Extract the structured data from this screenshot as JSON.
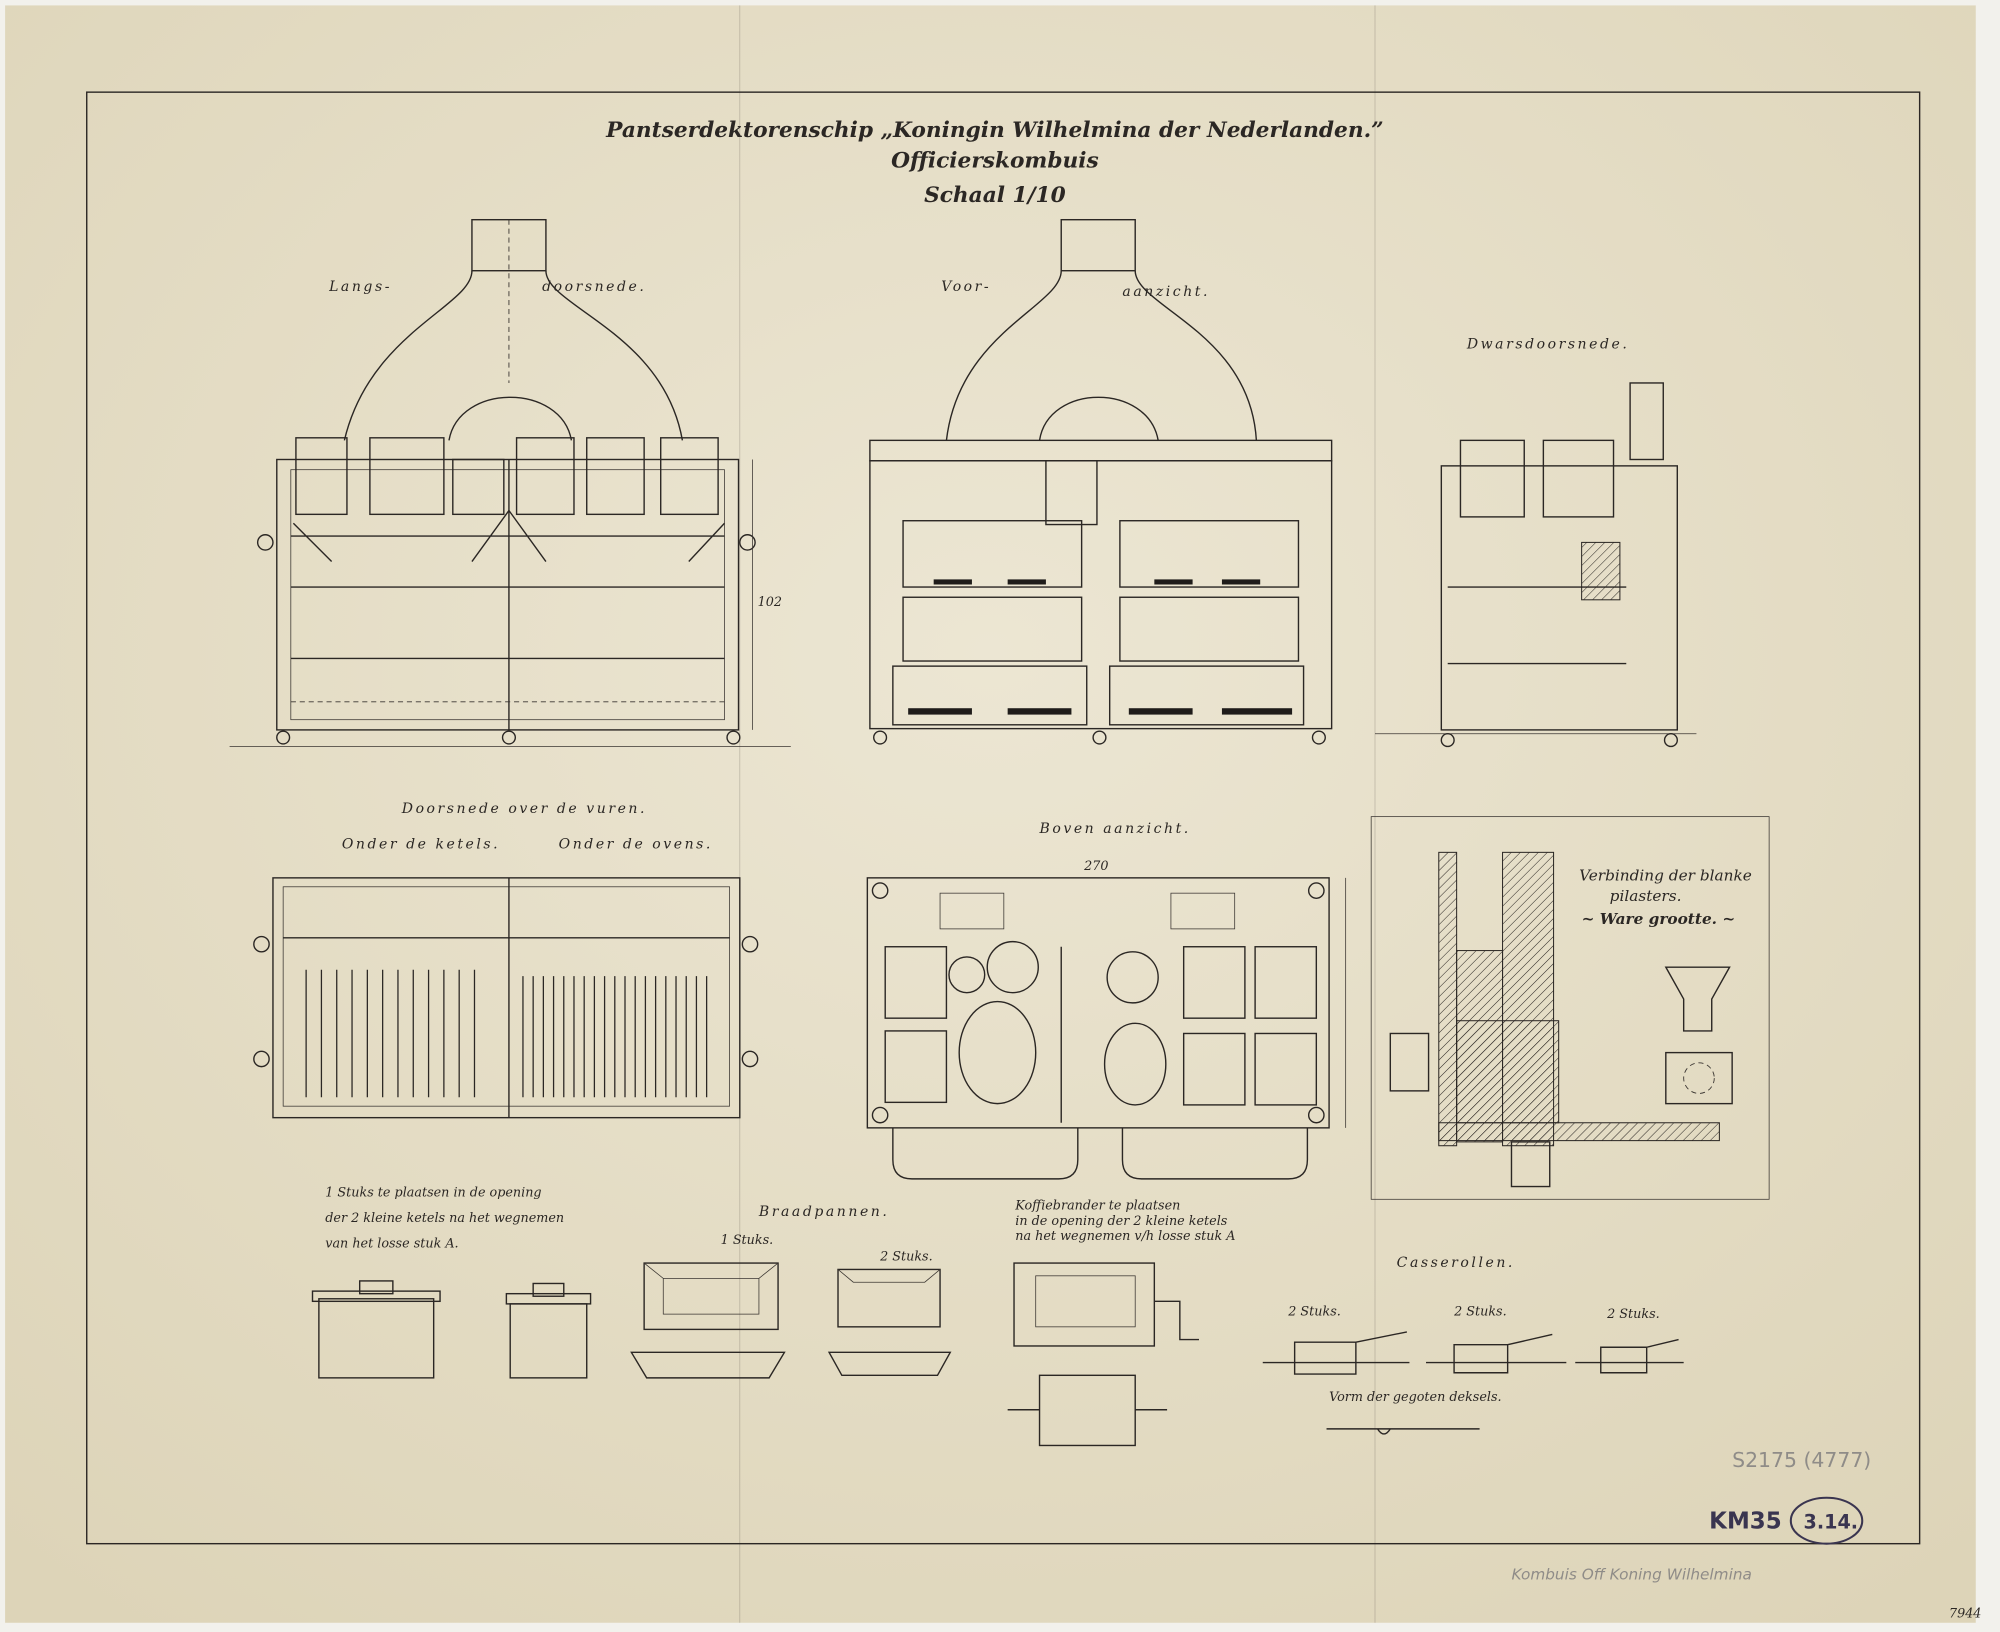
{
  "title": {
    "line1": "Pantserdektorenschip „Koningin Wilhelmina der Nederlanden.”",
    "line2": "Officierskombuis",
    "line3": "Schaal 1/10"
  },
  "views": {
    "langs_a": "Langs-",
    "langs_b": "doorsnede.",
    "voor_a": "Voor-",
    "voor_b": "aanzicht.",
    "dwars": "Dwarsdoorsnede.",
    "vuren": "Doorsnede over de vuren.",
    "onder_ketels": "Onder de ketels.",
    "onder_ovens": "Onder de ovens.",
    "boven": "Boven aanzicht.",
    "dim_height": "102",
    "dim_width": "270"
  },
  "detail": {
    "line1": "Verbinding der blanke",
    "line2": "pilasters.",
    "line3": "~ Ware grootte. ~"
  },
  "notes": {
    "stuks_note": [
      "1 Stuks te plaatsen in de opening",
      "der 2 kleine ketels na het wegnemen",
      "van het losse stuk A."
    ],
    "braadpannen": "Braadpannen.",
    "pan1": "1 Stuks.",
    "pan2": "2 Stuks.",
    "koffie": [
      "Koffiebrander te plaatsen",
      "in de opening der 2 kleine ketels",
      "na het wegnemen v/h losse stuk A"
    ],
    "casserollen": "Casserollen.",
    "cas": [
      "2 Stuks.",
      "2 Stuks.",
      "2 Stuks."
    ],
    "deksels": "Vorm der gegoten deksels."
  },
  "archive": {
    "pencil_code": "S2175 (4777)",
    "km": "KM35",
    "circled": "3.14.",
    "pencil_title": "Kombuis Off Koning Wilhelmina",
    "number": "7944"
  }
}
